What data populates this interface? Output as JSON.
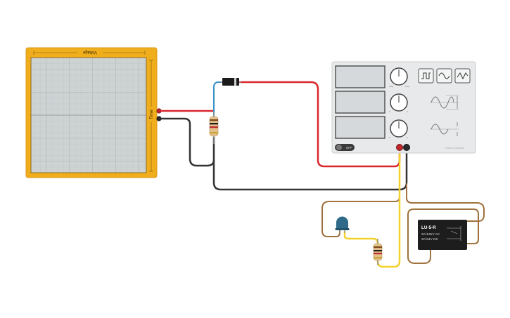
{
  "oscilloscope": {
    "top_label": "Voltage",
    "side_label": "Time"
  },
  "function_generator": {
    "knob_labels": [
      {
        "left": "Freq",
        "right": "Freq"
      },
      {
        "left": "V",
        "right": "V"
      },
      {
        "left": "V",
        "right": "V"
      }
    ],
    "wave_buttons": [
      "square-wave-icon",
      "sine-wave-icon",
      "triangle-wave-icon"
    ],
    "power_label": "OFF",
    "brand_label": "Function Generator"
  },
  "relay": {
    "model": "LU-5-R",
    "rating_ac": "3A/125V AC",
    "rating_dc": "3A/24V  DC"
  },
  "colors": {
    "scope_frame": "#F1AE1C",
    "scope_screen": "#CDD2D3",
    "wire_red": "#D9272E",
    "wire_black": "#333333",
    "wire_blue": "#3A8FC7",
    "wire_brown": "#A0723D",
    "wire_yellow": "#F3D22B",
    "led": "#2F6A8A",
    "relay_body": "#1D1D1D"
  }
}
